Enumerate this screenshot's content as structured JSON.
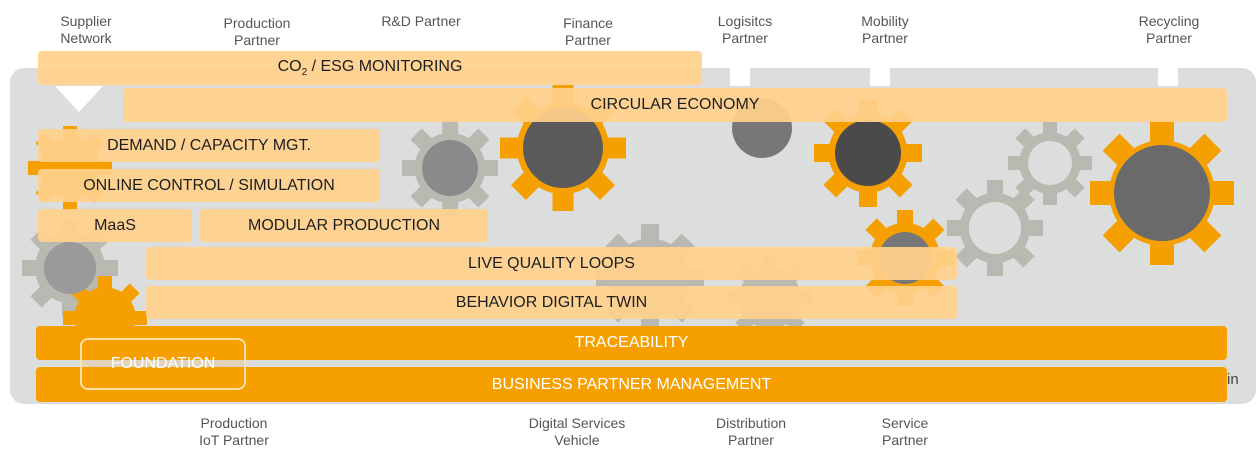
{
  "partners_top": [
    {
      "id": "supplier",
      "label": "Supplier\nNetwork"
    },
    {
      "id": "production",
      "label": "Production\nPartner"
    },
    {
      "id": "rnd",
      "label": "R&D Partner"
    },
    {
      "id": "finance",
      "label": "Finance\nPartner"
    },
    {
      "id": "logistics",
      "label": "Logisitcs\nPartner"
    },
    {
      "id": "mobility",
      "label": "Mobility\nPartner"
    },
    {
      "id": "recycling",
      "label": "Recycling\nPartner"
    }
  ],
  "partners_bottom": [
    {
      "id": "production-iot",
      "label": "Production\nIoT Partner"
    },
    {
      "id": "digital-services",
      "label": "Digital Services\nVehicle"
    },
    {
      "id": "distribution",
      "label": "Distribution\nPartner"
    },
    {
      "id": "service",
      "label": "Service\nPartner"
    }
  ],
  "use_cases": {
    "co2_prefix": "CO",
    "co2_sub": "2",
    "co2_suffix": " / ESG MONITORING",
    "circular": "CIRCULAR ECONOMY",
    "demand": "DEMAND / CAPACITY MGT.",
    "online": "ONLINE CONTROL / SIMULATION",
    "maas": "MaaS",
    "modular": "MODULAR PRODUCTION",
    "quality": "LIVE QUALITY LOOPS",
    "twin": "BEHAVIOR DIGITAL TWIN"
  },
  "foundation": {
    "label": "FOUNDATION",
    "traceability": "TRACEABILITY",
    "bpm": "BUSINESS PARTNER MANAGEMENT"
  },
  "edge_text": "in",
  "colors": {
    "background_panel": "#dcdedd",
    "gear_orange": "#f5a000",
    "gear_gray": "#b9b9b2",
    "bar_light": "#ffd18c",
    "bar_orange": "#f5a000"
  }
}
